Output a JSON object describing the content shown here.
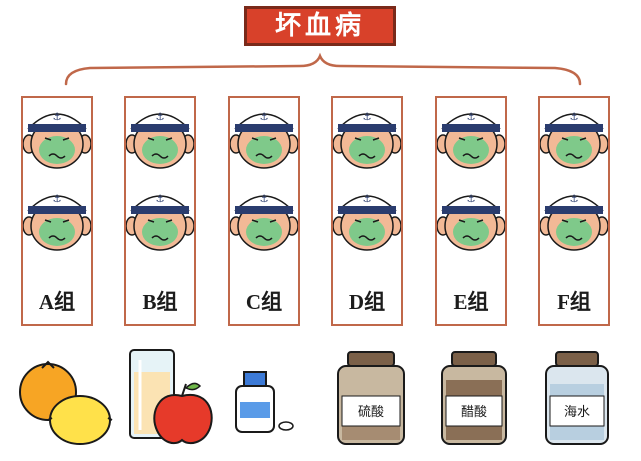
{
  "title": "坏血病",
  "groups": [
    {
      "label": "A组"
    },
    {
      "label": "B组"
    },
    {
      "label": "C组"
    },
    {
      "label": "D组"
    },
    {
      "label": "E组"
    },
    {
      "label": "F组"
    }
  ],
  "treatments": {
    "vinegar_jar": "硫酸",
    "acid_jar": "醋酸",
    "seawater_jar": "海水"
  },
  "colors": {
    "title_bg": "#d8412a",
    "box_border": "#c0684a",
    "sick_face": "#7fc98a",
    "skin": "#f2b996",
    "hat": "#2a3c6e"
  }
}
